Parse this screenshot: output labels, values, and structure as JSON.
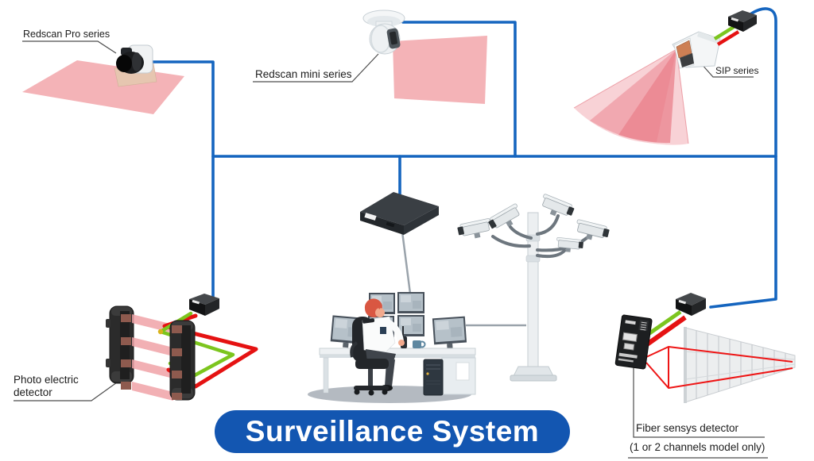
{
  "banner": {
    "text": "Surveillance System"
  },
  "labels": {
    "redscan_pro": "Redscan Pro series",
    "redscan_mini": "Redscan mini series",
    "sip": "SIP series",
    "photo_electric_line1": "Photo electric",
    "photo_electric_line2": "detector",
    "fiber_line1": "Fiber sensys detector",
    "fiber_line2": "(1 or 2 channels model only)"
  },
  "components": [
    "redscan-pro-laser-scanner",
    "redscan-mini-camera",
    "sip-outdoor-sensor",
    "photo-electric-detector-posts",
    "network-switch",
    "control-room-operator",
    "cctv-camera-pole",
    "fiber-sensys-detector-panel",
    "fence-with-fiber-loop"
  ],
  "colors": {
    "network_line": "#1565bf",
    "banner_bg": "#1356b1",
    "banner_text": "#ffffff",
    "detection_pink": "#f3abaf",
    "cable_green": "#7cc51e",
    "cable_red": "#e51212",
    "label_text": "#1c1c1c",
    "device_dark": "#1d1f21"
  }
}
